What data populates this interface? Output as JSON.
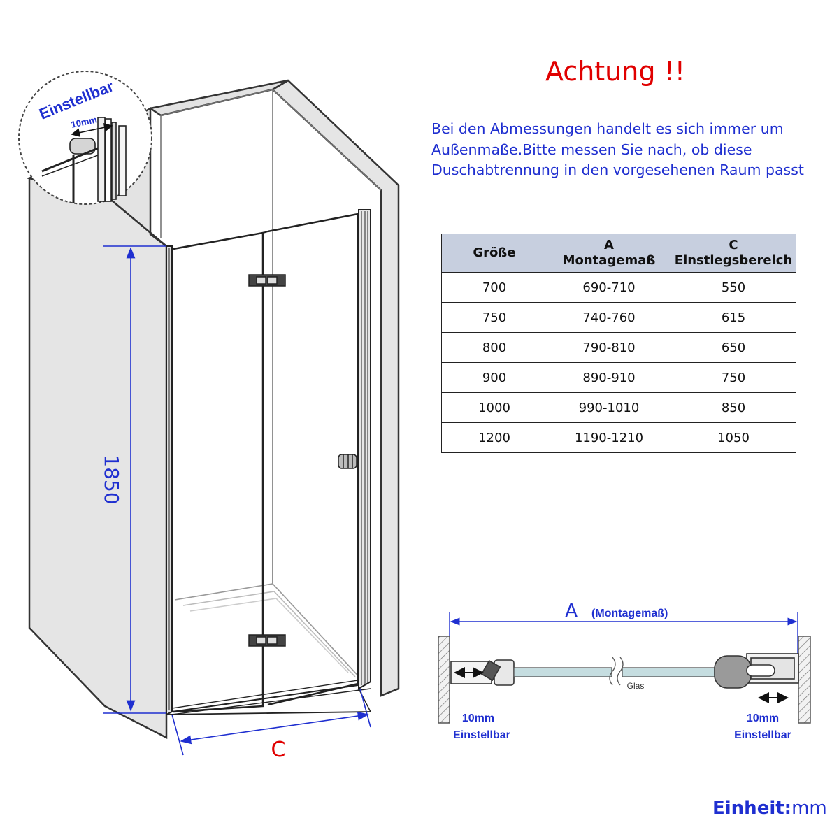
{
  "warning": {
    "title": "Achtung !!",
    "lines": [
      "Bei den Abmessungen handelt es sich immer um",
      "Außenmaße.Bitte messen Sie nach, ob diese",
      "Duschabtrennung in den vorgesehenen Raum passt"
    ]
  },
  "table": {
    "headers": [
      {
        "line1": "Größe",
        "line2": ""
      },
      {
        "line1": "A",
        "line2": "Montagemaß"
      },
      {
        "line1": "C",
        "line2": "Einstiegsbereich"
      }
    ],
    "rows": [
      [
        "700",
        "690-710",
        "550"
      ],
      [
        "750",
        "740-760",
        "615"
      ],
      [
        "800",
        "790-810",
        "650"
      ],
      [
        "900",
        "890-910",
        "750"
      ],
      [
        "1000",
        "990-1010",
        "850"
      ],
      [
        "1200",
        "1190-1210",
        "1050"
      ]
    ]
  },
  "door_drawing": {
    "height_label": "1850",
    "width_label": "C",
    "detail_label": "Einstellbar",
    "detail_dim": "10mm"
  },
  "section": {
    "a_letter": "A",
    "a_text": "(Montagemaß)",
    "glass_label": "Glas",
    "left_dim": "10mm",
    "left_label": "Einstellbar",
    "right_dim": "10mm",
    "right_label": "Einstellbar"
  },
  "unit": {
    "label": "Einheit:",
    "value": "mm"
  },
  "colors": {
    "accent_blue": "#1f2fd0",
    "warning_red": "#e00000",
    "header_fill": "#c7cfdf"
  }
}
